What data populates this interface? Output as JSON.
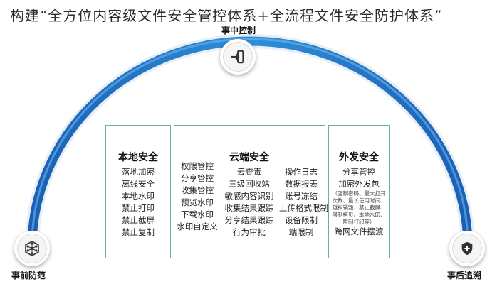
{
  "title": "构建“全方位内容级文件安全管控体系+全流程文件安全防护体系”",
  "colors": {
    "arc_dark": "#1565c0",
    "arc_light": "#2f8fd8",
    "box_border": "#6ab58a"
  },
  "nodes": {
    "start": {
      "label": "事前防范",
      "icon": "network-icon"
    },
    "middle": {
      "label": "事中控制",
      "icon": "sign-in-icon"
    },
    "end": {
      "label": "事后追溯",
      "icon": "shield-plus-icon"
    }
  },
  "local_security": {
    "heading": "本地安全",
    "items": [
      "落地加密",
      "离线安全",
      "本地水印",
      "禁止打印",
      "禁止截屏",
      "禁止复制"
    ]
  },
  "cloud_security": {
    "heading": "云端安全",
    "left_items": [
      "权限管控",
      "分享管控",
      "收集管控",
      "预览水印",
      "下载水印",
      "水印自定义"
    ],
    "center_items": [
      "云查毒",
      "三级回收站",
      "敏感内容识别",
      "收集结果跟踪",
      "分享结果跟踪",
      "行为审批"
    ],
    "right_items": [
      "操作日志",
      "数据报表",
      "账号冻结",
      "上传格式限制",
      "设备限制",
      "端限制"
    ]
  },
  "external_security": {
    "heading": "外发安全",
    "item1": "分享管控",
    "item2": "加密外发包",
    "note": "（强制密码、最大打开次数、最长使用时间、越权销毁、禁止截屏、限制拷贝、本地水印、限制打印等）",
    "item3": "跨网文件摆渡"
  }
}
